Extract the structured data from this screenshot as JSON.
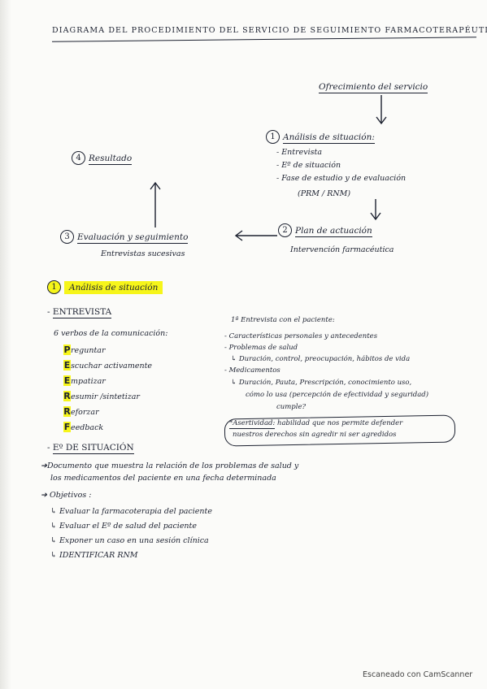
{
  "title": "DIAGRAMA DEL PROCEDIMIENTO DEL SERVICIO DE SEGUIMIENTO FARMACOTERAPÉUTICO",
  "diagram": {
    "start": "Ofrecimiento del servicio",
    "step1": {
      "number": "1",
      "label": "Análisis de situación:",
      "items": [
        "- Entrevista",
        "- Eº de situación",
        "- Fase de estudio y de evaluación",
        "(PRM / RNM)"
      ]
    },
    "step2": {
      "number": "2",
      "label": "Plan de actuación",
      "sub": "Intervención farmacéutica"
    },
    "step3": {
      "number": "3",
      "label": "Evaluación y seguimiento",
      "sub": "Entrevistas sucesivas"
    },
    "step4": {
      "number": "4",
      "label": "Resultado"
    }
  },
  "section1": {
    "number": "1",
    "heading": "Análisis de situación",
    "entrevista_heading": "ENTREVISTA",
    "verbs_intro": "6 verbos de la comunicación:",
    "verbs": [
      {
        "letter": "P",
        "rest": "reguntar"
      },
      {
        "letter": "E",
        "rest": "scuchar activamente"
      },
      {
        "letter": "E",
        "rest": "mpatizar"
      },
      {
        "letter": "R",
        "rest": "esumir /sintetizar"
      },
      {
        "letter": "R",
        "rest": "eforzar"
      },
      {
        "letter": "F",
        "rest": "eedback"
      }
    ],
    "right_notes": [
      "1ª Entrevista con el paciente:",
      "- Características personales y antecedentes",
      "- Problemas de salud",
      "↳ Duración, control, preocupación, hábitos de vida",
      "- Medicamentos",
      "↳ Duración, Pauta, Prescripción, conocimiento uso,",
      "cómo lo usa (percepción de efectividad y seguridad)",
      "cumple?"
    ],
    "asertividad_label": "*Asertividad:",
    "asertividad_text_1": "habilidad que nos permite defender",
    "asertividad_text_2": "nuestros derechos sin agredir ni ser agredidos",
    "estado_heading": "Eº DE SITUACIÓN",
    "estado_def_1": "Documento que muestra la relación de los problemas de salud y",
    "estado_def_2": "los medicamentos del paciente en una fecha determinada",
    "objetivos_label": "Objetivos :",
    "objetivos": [
      "↳ Evaluar la farmacoterapia del paciente",
      "↳ Evaluar el Eº de salud del paciente",
      "↳ Exponer un caso en una sesión clínica",
      "↳ IDENTIFICAR RNM"
    ]
  },
  "footer": "Escaneado con CamScanner"
}
